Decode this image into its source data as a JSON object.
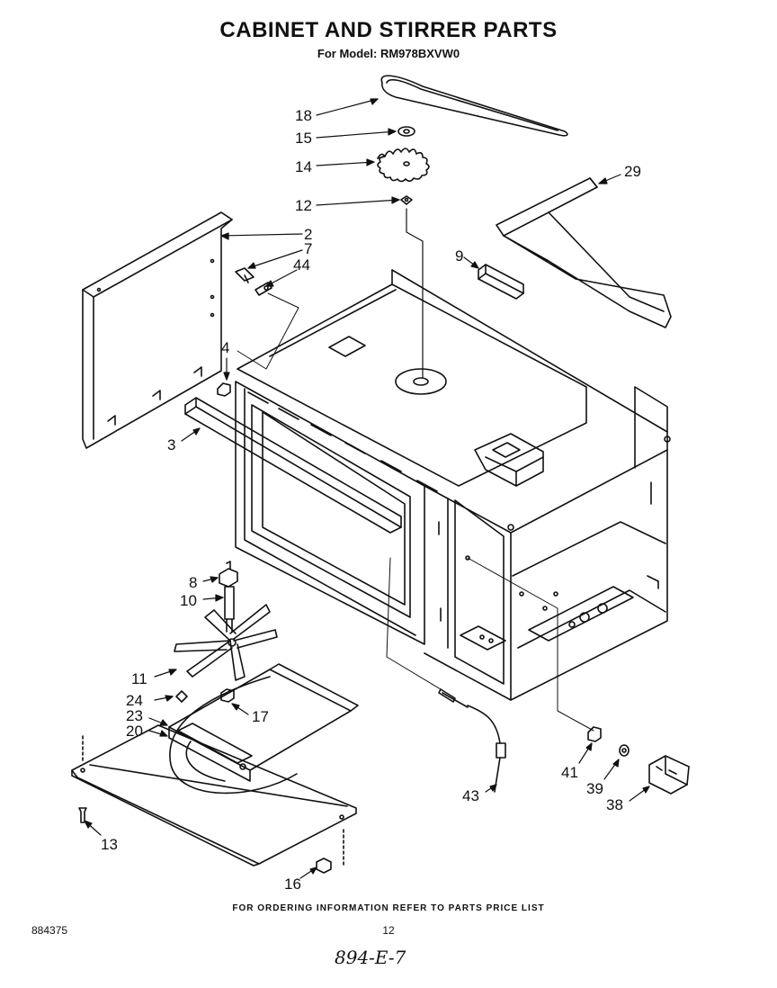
{
  "title": "CABINET AND STIRRER PARTS",
  "subtitle": "For Model: RM978BXVW0",
  "footer_note": "FOR ORDERING INFORMATION REFER TO PARTS PRICE LIST",
  "doc_number": "884375",
  "page_number": "12",
  "handwritten_note": "894-E-7",
  "callouts": [
    "18",
    "15",
    "14",
    "12",
    "29",
    "2",
    "7",
    "44",
    "9",
    "4",
    "3",
    "8",
    "10",
    "11",
    "24",
    "17",
    "23",
    "20",
    "41",
    "39",
    "38",
    "43",
    "13",
    "16"
  ]
}
